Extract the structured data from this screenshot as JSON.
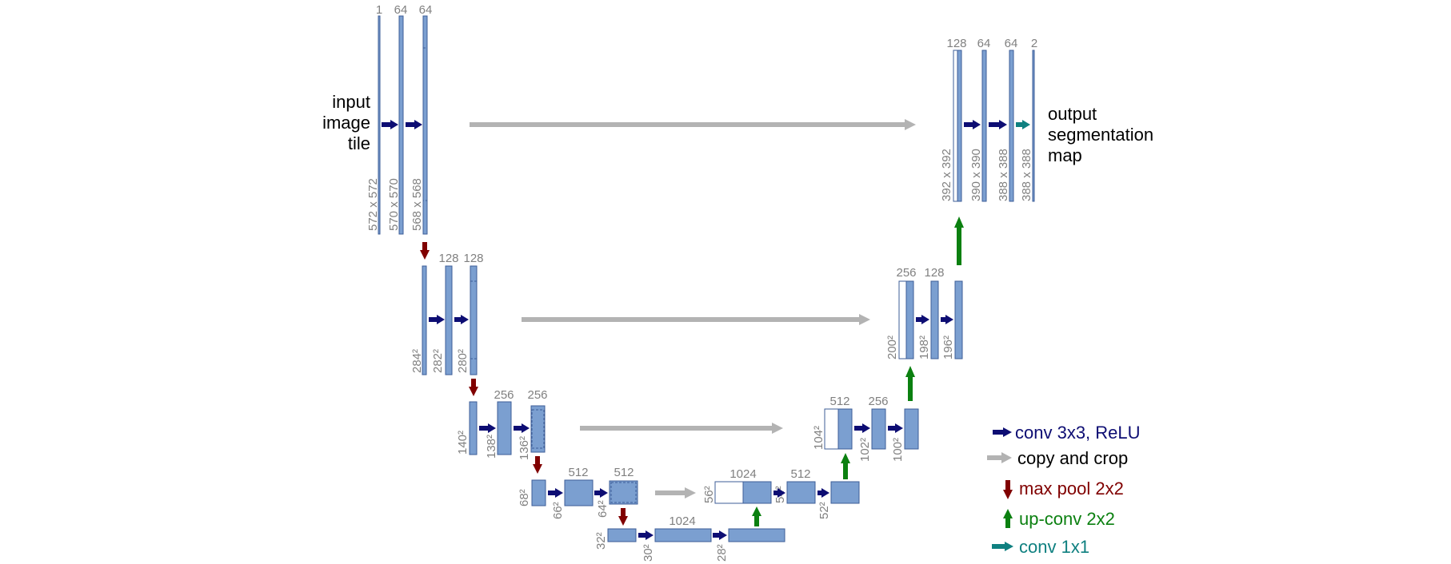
{
  "colors": {
    "block": "#7b9fd0",
    "block_border": "#3d5d97",
    "conv": "#0d0d73",
    "copy": "#b3b3b3",
    "pool": "#800000",
    "upconv": "#0b8010",
    "conv1x1": "#0f8080",
    "numbers": "#808080"
  },
  "labels": {
    "input": [
      "input",
      "image",
      "tile"
    ],
    "output": [
      "output",
      "segmentation",
      "map"
    ]
  },
  "legend": {
    "conv": "conv 3x3, ReLU",
    "copy": "copy and crop",
    "pool": "max pool 2x2",
    "upconv": "up-conv 2x2",
    "conv1x1": "conv 1x1"
  },
  "channels": {
    "l1": [
      "1",
      "64",
      "64"
    ],
    "l2": [
      "128",
      "128"
    ],
    "l3": [
      "256",
      "256"
    ],
    "l4": [
      "512",
      "512"
    ],
    "l5": [
      "1024"
    ],
    "d4": [
      "1024",
      "512"
    ],
    "d3": [
      "512",
      "256"
    ],
    "d2": [
      "256",
      "128"
    ],
    "d1": [
      "128",
      "64",
      "64",
      "2"
    ]
  },
  "sizes": {
    "l1": [
      "572 x 572",
      "570 x 570",
      "568 x 568"
    ],
    "l2": [
      "284²",
      "282²",
      "280²"
    ],
    "l3": [
      "140²",
      "138²",
      "136²"
    ],
    "l4": [
      "68²",
      "66²",
      "64²"
    ],
    "l5": [
      "32²",
      "30²",
      "28²"
    ],
    "d4": [
      "56²",
      "54²",
      "52²"
    ],
    "d3": [
      "104²",
      "102²",
      "100²"
    ],
    "d2": [
      "200²",
      "198²",
      "196²"
    ],
    "d1": [
      "392 x 392",
      "390 x 390",
      "388 x 388",
      "388 x 388"
    ]
  }
}
